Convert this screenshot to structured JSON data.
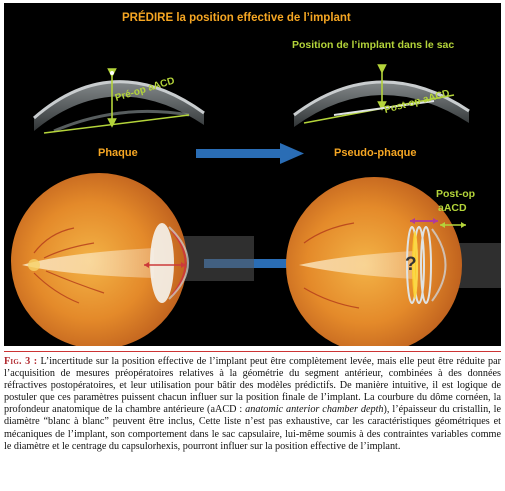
{
  "figure": {
    "title": "PRÉDIRE la position effective de l’implant",
    "subtitle_right": "Position de l’implant dans le sac",
    "label_preop": "Pré-op aACD",
    "label_postop_sac": "Post-op aACD",
    "label_phaque": "Phaque",
    "label_pseudophaque": "Pseudo-phaque",
    "label_postop_right_1": "Post-op",
    "label_postop_right_2": "aACD",
    "question_mark": "?",
    "colors": {
      "title": "#f5a623",
      "green": "#b4d43a",
      "arrow": "#2a6db5",
      "magenta": "#b03a9a"
    }
  },
  "caption": {
    "fig_label": "Fig. 3 :",
    "text_1": "L’incertitude sur la position effective de l’implant peut être complètement levée, mais elle peut être réduite par l’acquisition de mesures préopératoires relatives à la géométrie du segment antérieur, combinées à des données réfractives postopératoires, et leur utilisation pour bâtir des modèles prédictifs. De manière intuitive, il est logique de postuler que ces paramètres puissent chacun influer sur la position finale de l’implant. La courbure du dôme cornéen, la profondeur anatomique de la chambre antérieure (aACD : ",
    "text_italic": "anatomic anterior chamber depth",
    "text_2": "), l’épaisseur du cristallin, le diamètre “blanc à blanc” peuvent être inclus, Cette liste n’est pas exhaustive, car les caractéristiques géométriques et mécaniques de l’implant, son comportement dans le sac capsulaire, lui-même soumis à des contraintes variables comme le diamètre et le centrage du capsulorhexis, pourront influer sur la position effective de l’implant."
  }
}
